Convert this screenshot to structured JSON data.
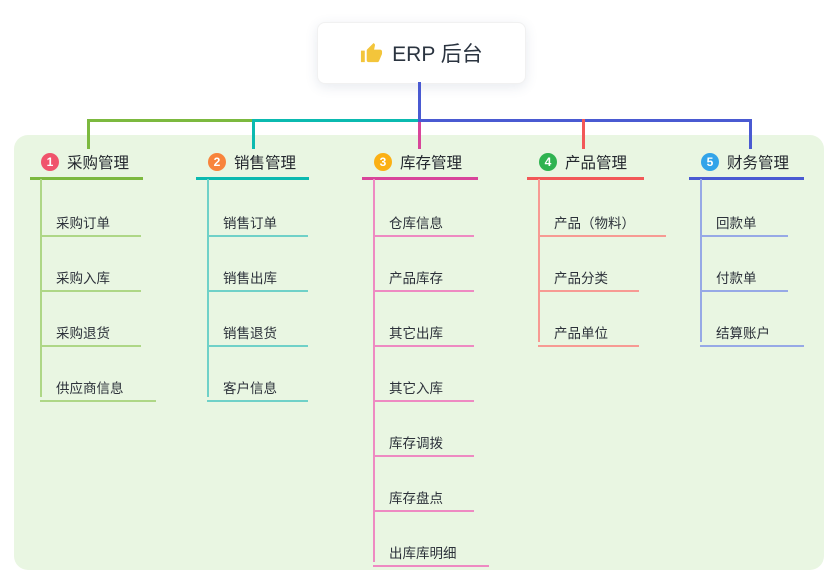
{
  "root": {
    "label": "ERP 后台",
    "icon": "thumbs-up-icon",
    "icon_color": "#f3c53b"
  },
  "canvas": {
    "background": "#ffffff",
    "panel_color": "#e9f6e2",
    "stem_color": "#4a5ad2"
  },
  "branches": [
    {
      "number": "1",
      "label": "采购管理",
      "badge_color": "#f0546c",
      "line_color": "#7cb93f",
      "child_line_color": "#aed786",
      "children": [
        "采购订单",
        "采购入库",
        "采购退货",
        "供应商信息"
      ]
    },
    {
      "number": "2",
      "label": "销售管理",
      "badge_color": "#f8843c",
      "line_color": "#0bbab0",
      "child_line_color": "#6fd1c8",
      "children": [
        "销售订单",
        "销售出库",
        "销售退货",
        "客户信息"
      ]
    },
    {
      "number": "3",
      "label": "库存管理",
      "badge_color": "#fbb014",
      "line_color": "#d8459a",
      "child_line_color": "#ee8ac2",
      "children": [
        "仓库信息",
        "产品库存",
        "其它出库",
        "其它入库",
        "库存调拨",
        "库存盘点",
        "出库库明细"
      ]
    },
    {
      "number": "4",
      "label": "产品管理",
      "badge_color": "#2fb350",
      "line_color": "#f25858",
      "child_line_color": "#f79a93",
      "children": [
        "产品（物料）",
        "产品分类",
        "产品单位"
      ]
    },
    {
      "number": "5",
      "label": "财务管理",
      "badge_color": "#32a4e9",
      "line_color": "#4a5ad2",
      "child_line_color": "#97a9e6",
      "children": [
        "回款单",
        "付款单",
        "结算账户"
      ]
    }
  ]
}
